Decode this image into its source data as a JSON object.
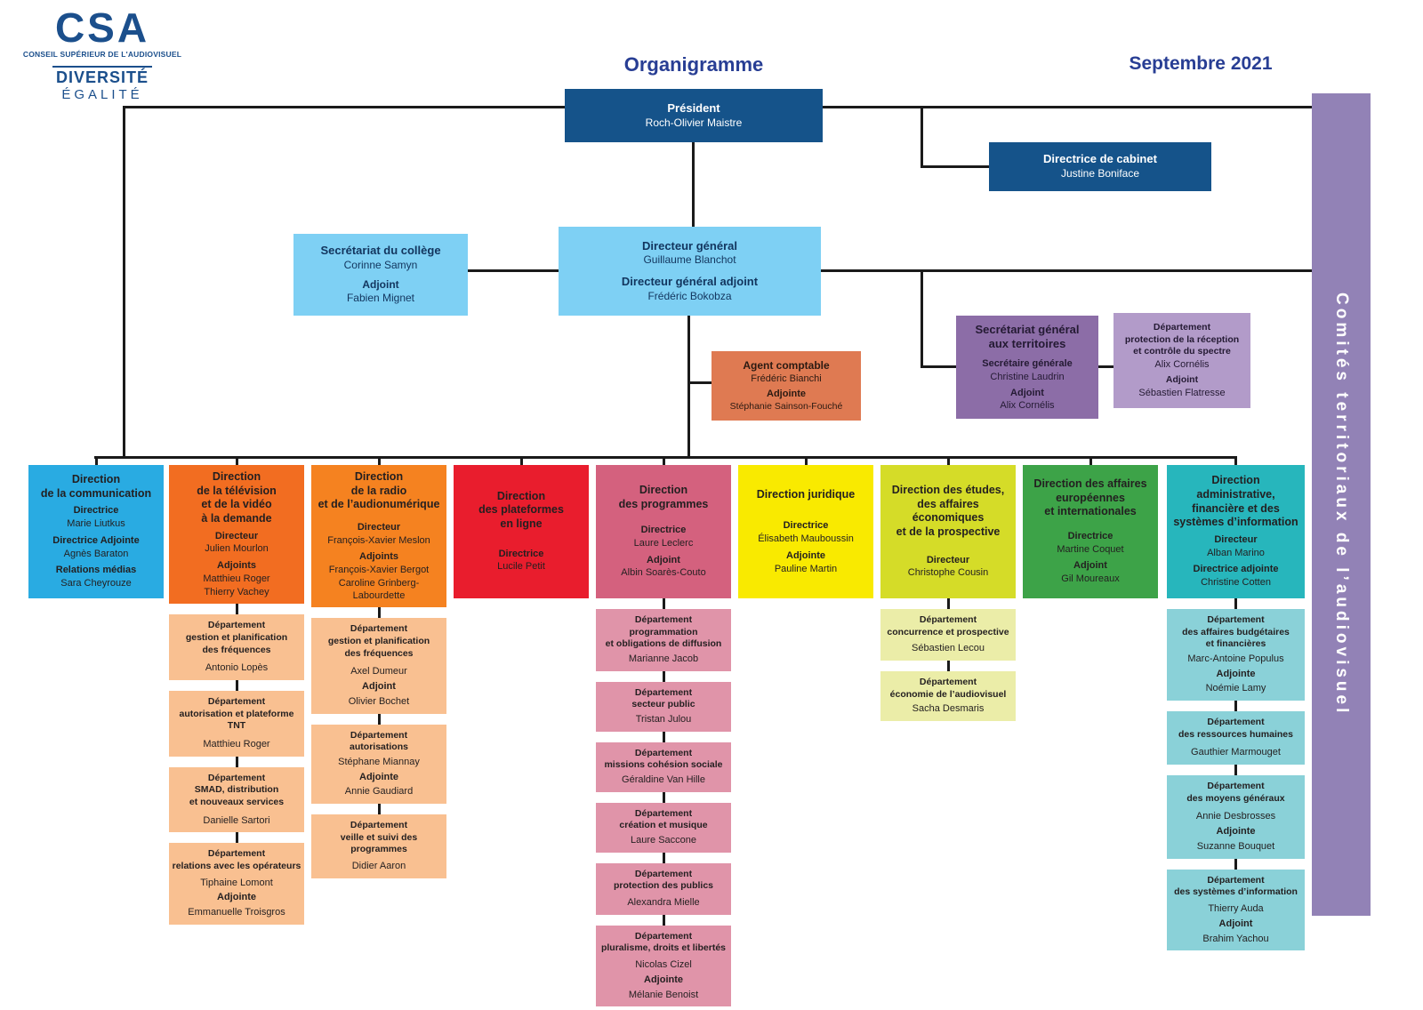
{
  "colors": {
    "brand_blue": "#1b4f8c",
    "title_blue": "#283e94",
    "dark_blue_box": "#15538a",
    "light_blue_box": "#7ed0f4",
    "salmon_box": "#df7a52",
    "purple_box": "#8c6da7",
    "light_purple_box": "#b29bc9",
    "sidebar_purple": "#9282b6",
    "line_color": "#1a1a1a"
  },
  "header": {
    "logo_acronym": "CSA",
    "logo_subtitle": "CONSEIL SUPÉRIEUR DE L'AUDIOVISUEL",
    "logo_badge_top": "DIVERSITÉ",
    "logo_badge_bottom": "ÉGALITÉ",
    "title": "Organigramme",
    "date": "Septembre 2021"
  },
  "president": {
    "title": "Président",
    "name": "Roch-Olivier Maistre"
  },
  "cabinet": {
    "title": "Directrice de cabinet",
    "name": "Justine Boniface"
  },
  "college": {
    "title": "Secrétariat du collège",
    "name": "Corinne Samyn",
    "role2": "Adjoint",
    "name2": "Fabien Mignet"
  },
  "directeur_general": {
    "title": "Directeur général",
    "name": "Guillaume Blanchot",
    "title2": "Directeur général adjoint",
    "name2": "Frédéric Bokobza"
  },
  "agent_comptable": {
    "title": "Agent comptable",
    "name": "Frédéric Bianchi",
    "role2": "Adjointe",
    "name2": "Stéphanie Sainson-Fouché"
  },
  "territoires": {
    "title_l1": "Secrétariat général",
    "title_l2": "aux territoires",
    "role1": "Secrétaire générale",
    "name1": "Christine Laudrin",
    "role2": "Adjoint",
    "name2": "Alix Cornélis"
  },
  "reception": {
    "title_l1": "Département",
    "title_l2": "protection de la réception",
    "title_l3": "et contrôle du spectre",
    "name1": "Alix Cornélis",
    "role2": "Adjoint",
    "name2": "Sébastien Flatresse"
  },
  "sidebar": {
    "label": "Comités territoriaux de l’audiovisuel"
  },
  "columns": [
    {
      "id": "communication",
      "color": "#29abe2",
      "sub_color": "#a9ddf2",
      "head": [
        {
          "t": "Direction",
          "c": "ttl"
        },
        {
          "t": "de la communication",
          "c": "ttl"
        },
        {
          "t": "Directrice",
          "c": "role"
        },
        {
          "t": "Marie Liutkus",
          "c": "name"
        },
        {
          "t": "Directrice Adjointe",
          "c": "role"
        },
        {
          "t": "Agnès Baraton",
          "c": "name"
        },
        {
          "t": "Relations médias",
          "c": "role"
        },
        {
          "t": "Sara Cheyrouze",
          "c": "name"
        }
      ],
      "depts": []
    },
    {
      "id": "television",
      "color": "#f26d21",
      "sub_color": "#f9c091",
      "head": [
        {
          "t": "Direction",
          "c": "ttl"
        },
        {
          "t": "de la télévision",
          "c": "ttl"
        },
        {
          "t": "et de la vidéo",
          "c": "ttl"
        },
        {
          "t": "à la demande",
          "c": "ttl"
        },
        {
          "t": "Directeur",
          "c": "role"
        },
        {
          "t": "Julien Mourlon",
          "c": "name"
        },
        {
          "t": "Adjoints",
          "c": "role"
        },
        {
          "t": "Matthieu Roger",
          "c": "name"
        },
        {
          "t": "Thierry Vachey",
          "c": "name"
        }
      ],
      "depts": [
        [
          {
            "t": "Département",
            "c": "dttl"
          },
          {
            "t": "gestion et planification",
            "c": "dttl"
          },
          {
            "t": "des fréquences",
            "c": "dttl"
          },
          {
            "sp": 4
          },
          {
            "t": "Antonio Lopès",
            "c": "name"
          }
        ],
        [
          {
            "t": "Département",
            "c": "dttl"
          },
          {
            "t": "autorisation et plateforme TNT",
            "c": "dttl"
          },
          {
            "sp": 4
          },
          {
            "t": "Matthieu Roger",
            "c": "name"
          }
        ],
        [
          {
            "t": "Département",
            "c": "dttl"
          },
          {
            "t": "SMAD, distribution",
            "c": "dttl"
          },
          {
            "t": "et nouveaux services",
            "c": "dttl"
          },
          {
            "sp": 4
          },
          {
            "t": "Danielle Sartori",
            "c": "name"
          }
        ],
        [
          {
            "t": "Département",
            "c": "dttl"
          },
          {
            "t": "relations avec les opérateurs",
            "c": "dttl"
          },
          {
            "sp": 2
          },
          {
            "t": "Tiphaine Lomont",
            "c": "name"
          },
          {
            "t": "Adjointe",
            "c": "role"
          },
          {
            "t": "Emmanuelle Troisgros",
            "c": "name"
          }
        ]
      ]
    },
    {
      "id": "radio",
      "color": "#f58220",
      "sub_color": "#f9c091",
      "head": [
        {
          "t": "Direction",
          "c": "ttl"
        },
        {
          "t": "de la radio",
          "c": "ttl"
        },
        {
          "t": "et de l’audionumérique",
          "c": "ttl"
        },
        {
          "sp": 6
        },
        {
          "t": "Directeur",
          "c": "role"
        },
        {
          "t": "François-Xavier Meslon",
          "c": "name"
        },
        {
          "t": "Adjoints",
          "c": "role"
        },
        {
          "t": "François-Xavier Bergot",
          "c": "name"
        },
        {
          "t": "Caroline Grinberg-Labourdette",
          "c": "name"
        }
      ],
      "depts": [
        [
          {
            "t": "Département",
            "c": "dttl"
          },
          {
            "t": "gestion et planification",
            "c": "dttl"
          },
          {
            "t": "des fréquences",
            "c": "dttl"
          },
          {
            "sp": 4
          },
          {
            "t": "Axel Dumeur",
            "c": "name"
          },
          {
            "t": "Adjoint",
            "c": "role"
          },
          {
            "t": "Olivier Bochet",
            "c": "name"
          }
        ],
        [
          {
            "t": "Département",
            "c": "dttl"
          },
          {
            "t": "autorisations",
            "c": "dttl"
          },
          {
            "t": "Stéphane Miannay",
            "c": "name"
          },
          {
            "t": "Adjointe",
            "c": "role"
          },
          {
            "t": "Annie Gaudiard",
            "c": "name"
          }
        ],
        [
          {
            "t": "Département",
            "c": "dttl"
          },
          {
            "t": "veille et suivi des programmes",
            "c": "dttl"
          },
          {
            "sp": 2
          },
          {
            "t": "Didier Aaron",
            "c": "name"
          }
        ]
      ]
    },
    {
      "id": "plateformes",
      "color": "#e91d2d",
      "sub_color": "#f4a0a8",
      "head": [
        {
          "t": "Direction",
          "c": "ttl"
        },
        {
          "t": "des plateformes",
          "c": "ttl"
        },
        {
          "t": "en ligne",
          "c": "ttl"
        },
        {
          "sp": 14
        },
        {
          "t": "Directrice",
          "c": "role"
        },
        {
          "t": "Lucile Petit",
          "c": "name"
        }
      ],
      "depts": []
    },
    {
      "id": "programmes",
      "color": "#d4617e",
      "sub_color": "#e094a9",
      "head": [
        {
          "t": "Direction",
          "c": "ttl"
        },
        {
          "t": "des programmes",
          "c": "ttl"
        },
        {
          "sp": 10
        },
        {
          "t": "Directrice",
          "c": "role"
        },
        {
          "t": "Laure Leclerc",
          "c": "name"
        },
        {
          "t": "Adjoint",
          "c": "role"
        },
        {
          "t": "Albin Soarès-Couto",
          "c": "name"
        }
      ],
      "depts": [
        [
          {
            "t": "Département",
            "c": "dttl"
          },
          {
            "t": "programmation",
            "c": "dttl"
          },
          {
            "t": "et obligations de diffusion",
            "c": "dttl"
          },
          {
            "t": "Marianne Jacob",
            "c": "name"
          }
        ],
        [
          {
            "t": "Département",
            "c": "dttl"
          },
          {
            "t": "secteur public",
            "c": "dttl"
          },
          {
            "t": "Tristan Julou",
            "c": "name"
          }
        ],
        [
          {
            "t": "Département",
            "c": "dttl"
          },
          {
            "t": "missions cohésion sociale",
            "c": "dttl"
          },
          {
            "t": "Géraldine Van Hille",
            "c": "name"
          }
        ],
        [
          {
            "t": "Département",
            "c": "dttl"
          },
          {
            "t": "création et musique",
            "c": "dttl"
          },
          {
            "t": "Laure Saccone",
            "c": "name"
          }
        ],
        [
          {
            "t": "Département",
            "c": "dttl"
          },
          {
            "t": "protection des publics",
            "c": "dttl"
          },
          {
            "sp": 2
          },
          {
            "t": "Alexandra Mielle",
            "c": "name"
          }
        ],
        [
          {
            "t": "Département",
            "c": "dttl"
          },
          {
            "t": "pluralisme, droits et libertés",
            "c": "dttl"
          },
          {
            "sp": 2
          },
          {
            "t": "Nicolas Cizel",
            "c": "name"
          },
          {
            "t": "Adjointe",
            "c": "role"
          },
          {
            "t": "Mélanie Benoist",
            "c": "name"
          }
        ]
      ]
    },
    {
      "id": "juridique",
      "color": "#f9ea00",
      "sub_color": "#fdf6a0",
      "head": [
        {
          "t": "Direction juridique",
          "c": "ttl"
        },
        {
          "sp": 16
        },
        {
          "t": "Directrice",
          "c": "role"
        },
        {
          "t": "Élisabeth Mauboussin",
          "c": "name"
        },
        {
          "t": "Adjointe",
          "c": "role"
        },
        {
          "t": "Pauline Martin",
          "c": "name"
        }
      ],
      "depts": []
    },
    {
      "id": "etudes",
      "color": "#d5dc28",
      "sub_color": "#ebeda8",
      "head": [
        {
          "t": "Direction des études,",
          "c": "ttl"
        },
        {
          "t": "des affaires économiques",
          "c": "ttl"
        },
        {
          "t": "et de la prospective",
          "c": "ttl"
        },
        {
          "sp": 12
        },
        {
          "t": "Directeur",
          "c": "role"
        },
        {
          "t": "Christophe Cousin",
          "c": "name"
        }
      ],
      "depts": [
        [
          {
            "t": "Département",
            "c": "dttl"
          },
          {
            "t": "concurrence et prospective",
            "c": "dttl"
          },
          {
            "sp": 2
          },
          {
            "t": "Sébastien Lecou",
            "c": "name"
          }
        ],
        [
          {
            "t": "Département",
            "c": "dttl"
          },
          {
            "t": "économie de l’audiovisuel",
            "c": "dttl"
          },
          {
            "t": "Sacha Desmaris",
            "c": "name"
          }
        ]
      ]
    },
    {
      "id": "europeennes",
      "color": "#3da348",
      "sub_color": "#a8d5ac",
      "head": [
        {
          "t": "Direction des affaires",
          "c": "ttl"
        },
        {
          "t": "européennes",
          "c": "ttl"
        },
        {
          "t": "et internationales",
          "c": "ttl"
        },
        {
          "sp": 8
        },
        {
          "t": "Directrice",
          "c": "role"
        },
        {
          "t": "Martine Coquet",
          "c": "name"
        },
        {
          "t": "Adjoint",
          "c": "role"
        },
        {
          "t": "Gil Moureaux",
          "c": "name"
        }
      ],
      "depts": []
    },
    {
      "id": "administrative",
      "color": "#27b6bc",
      "sub_color": "#8ad1d8",
      "head": [
        {
          "t": "Direction",
          "c": "ttl"
        },
        {
          "t": "administrative,",
          "c": "ttl"
        },
        {
          "t": "financière et des",
          "c": "ttl"
        },
        {
          "t": "systèmes d’information",
          "c": "ttl"
        },
        {
          "t": "Directeur",
          "c": "role"
        },
        {
          "t": "Alban Marino",
          "c": "name"
        },
        {
          "t": "Directrice adjointe",
          "c": "role"
        },
        {
          "t": "Christine Cotten",
          "c": "name"
        }
      ],
      "depts": [
        [
          {
            "t": "Département",
            "c": "dttl"
          },
          {
            "t": "des affaires budgétaires",
            "c": "dttl"
          },
          {
            "t": "et financières",
            "c": "dttl"
          },
          {
            "t": "Marc-Antoine Populus",
            "c": "name"
          },
          {
            "t": "Adjointe",
            "c": "role"
          },
          {
            "t": "Noémie Lamy",
            "c": "name"
          }
        ],
        [
          {
            "t": "Département",
            "c": "dttl"
          },
          {
            "t": "des ressources humaines",
            "c": "dttl"
          },
          {
            "sp": 4
          },
          {
            "t": "Gauthier Marmouget",
            "c": "name"
          }
        ],
        [
          {
            "t": "Département",
            "c": "dttl"
          },
          {
            "t": "des moyens généraux",
            "c": "dttl"
          },
          {
            "sp": 4
          },
          {
            "t": "Annie Desbrosses",
            "c": "name"
          },
          {
            "t": "Adjointe",
            "c": "role"
          },
          {
            "t": "Suzanne Bouquet",
            "c": "name"
          }
        ],
        [
          {
            "t": "Département",
            "c": "dttl"
          },
          {
            "t": "des systèmes d’information",
            "c": "dttl"
          },
          {
            "sp": 2
          },
          {
            "t": "Thierry Auda",
            "c": "name"
          },
          {
            "t": "Adjoint",
            "c": "role"
          },
          {
            "t": "Brahim Yachou",
            "c": "name"
          }
        ]
      ]
    }
  ]
}
